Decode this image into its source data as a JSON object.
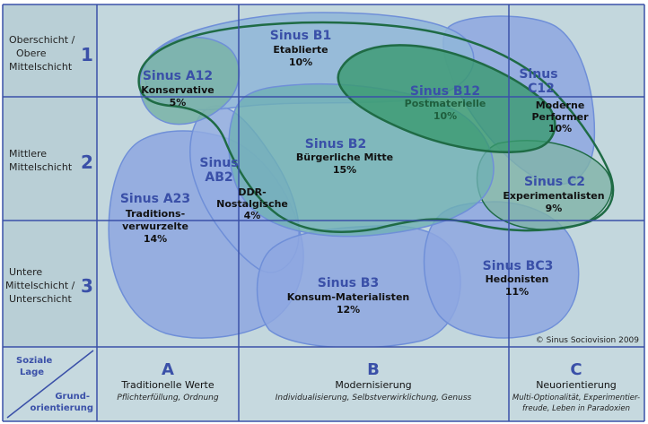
{
  "rows": [
    {
      "lines": [
        "Oberschicht /",
        "Obere",
        "Mittelschicht"
      ],
      "number": "1"
    },
    {
      "lines": [
        "Mittlere",
        "Mittelschicht"
      ],
      "number": "2"
    },
    {
      "lines": [
        "Untere",
        "Mittelschicht /",
        "Unterschicht"
      ],
      "number": "3"
    }
  ],
  "columns": [
    {
      "letter": "A",
      "title": "Traditionelle Werte",
      "subtitle_lines": [
        "Pflichterfüllung, Ordnung"
      ]
    },
    {
      "letter": "B",
      "title": "Modernisierung",
      "subtitle_lines": [
        "Individualisierung, Selbstverwirklichung, Genuss"
      ]
    },
    {
      "letter": "C",
      "title": "Neuorientierung",
      "subtitle_lines": [
        "Multi-Optionalität, Experimentier-",
        "freude, Leben in Paradoxien"
      ]
    }
  ],
  "corner": {
    "social": [
      "Soziale",
      "Lage"
    ],
    "orientation": [
      "Grund-",
      "orientierung"
    ]
  },
  "copyright": "© Sinus Sociovision 2009",
  "segments": [
    {
      "id": "b1",
      "name": "Sinus B1",
      "sub": [
        "Etablierte"
      ],
      "share": "10%"
    },
    {
      "id": "a12",
      "name": "Sinus A12",
      "sub": [
        "Konservative"
      ],
      "share": "5%"
    },
    {
      "id": "b12",
      "name": "Sinus B12",
      "sub": [
        "Postmaterielle"
      ],
      "share": "10%"
    },
    {
      "id": "c12",
      "name": "Sinus",
      "name2": "C12",
      "sub": [
        "Moderne",
        "Performer"
      ],
      "share": "10%"
    },
    {
      "id": "b2",
      "name": "Sinus B2",
      "sub": [
        "Bürgerliche Mitte"
      ],
      "share": "15%"
    },
    {
      "id": "ab2",
      "name": "Sinus",
      "name2": "AB2",
      "sub": [
        "DDR-",
        "Nostalgische"
      ],
      "share": "4%"
    },
    {
      "id": "a23",
      "name": "Sinus A23",
      "sub": [
        "Traditions-",
        "verwurzelte"
      ],
      "share": "14%"
    },
    {
      "id": "c2",
      "name": "Sinus C2",
      "sub": [
        "Experimentalisten"
      ],
      "share": "9%"
    },
    {
      "id": "bc3",
      "name": "Sinus BC3",
      "sub": [
        "Hedonisten"
      ],
      "share": "11%"
    },
    {
      "id": "b3",
      "name": "Sinus B3",
      "sub": [
        "Konsum-Materialisten"
      ],
      "share": "12%"
    }
  ]
}
